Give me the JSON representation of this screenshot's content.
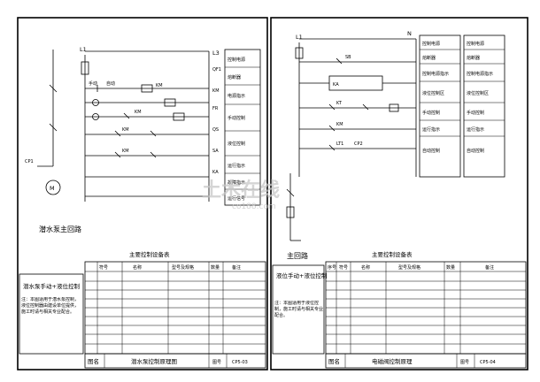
{
  "left_sheet": {
    "bus_labels": [
      "L1",
      "L3"
    ],
    "side_labels": [
      "QF1",
      "KM",
      "FR",
      "QS",
      "SA",
      "KA"
    ],
    "function_column": [
      "控制电源",
      "熔断器",
      "电源指示",
      "手动控制",
      "液位控制",
      "运行指示",
      "故障指示",
      "运行信号"
    ],
    "control_labels": [
      "手动",
      "自动",
      "KM",
      "KM",
      "KM",
      "KM"
    ],
    "motor_tag": "M",
    "pump_tag": "CP1",
    "circuit_title": "潜水泵主回路",
    "table_title": "主要控制设备表",
    "table_header": [
      "符号",
      "名称",
      "型号及规格",
      "数量",
      "备注"
    ],
    "notes_title": "潜水泵手动+液位控制",
    "notes_text": "注：本图适用于潜水泵控制，液位控制器由建设单位提供，施工时请与相关专业配合。",
    "title_block": {
      "name_label": "图名",
      "name": "潜水泵控制原理图",
      "no_label": "图号",
      "no": "CP5-03"
    }
  },
  "right_sheet": {
    "bus_labels": [
      "L1",
      "N"
    ],
    "control_labels": [
      "SB",
      "KA",
      "KT",
      "KM",
      "LT1",
      "CP2"
    ],
    "function_column": [
      "控制电源",
      "熔断器",
      "控制电源指示",
      "液位控制区",
      "手动控制",
      "运行指示",
      "自动控制"
    ],
    "function_column_2": [
      "控制电源",
      "熔断器",
      "控制电源指示",
      "液位控制区",
      "手动控制",
      "运行指示",
      "自动控制"
    ],
    "main_circuit_title": "主回路",
    "table_title": "主要控制设备表",
    "table_header": [
      "序号",
      "符号",
      "名称",
      "型号及规格",
      "数量",
      "备注"
    ],
    "notes_title": "液位手动+液位控制",
    "notes_text": "注：本图适用于液位控制，施工时请与相关专业配合。",
    "title_block": {
      "name_label": "图名",
      "name": "电磁阀控制原理",
      "no_label": "图号",
      "no": "CP5-04"
    }
  },
  "watermark": {
    "main": "土木在线",
    "sub": "co188.com"
  }
}
